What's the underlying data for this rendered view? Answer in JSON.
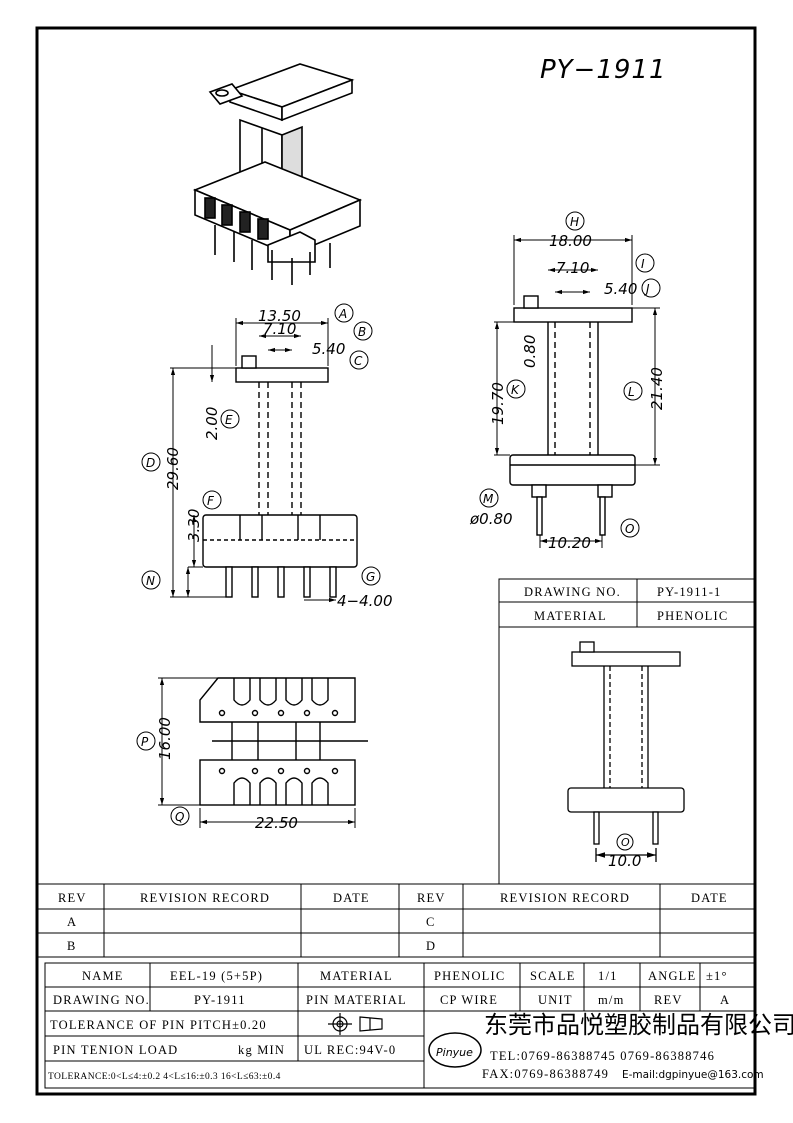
{
  "title": "PY−1911",
  "front_view": {
    "dims": {
      "a": "13.50",
      "b": "7.10",
      "c": "5.40",
      "d": "29.60",
      "e": "2.00",
      "f": "3.30",
      "g": "4−4.00"
    },
    "labels": {
      "a": "A",
      "b": "B",
      "c": "C",
      "d": "D",
      "e": "E",
      "f": "F",
      "g": "G",
      "n": "N"
    }
  },
  "side_view": {
    "dims": {
      "h": "18.00",
      "i": "7.10",
      "j": "5.40",
      "k": "19.70",
      "l": "21.40",
      "t": "0.80",
      "m": "ø0.80",
      "o": "10.20"
    },
    "labels": {
      "h": "H",
      "i": "I",
      "j": "J",
      "k": "K",
      "l": "L",
      "m": "M",
      "o": "O"
    }
  },
  "bottom_view": {
    "dims": {
      "p": "16.00",
      "q": "22.50"
    },
    "labels": {
      "p": "P",
      "q": "Q"
    }
  },
  "info_box": {
    "drawing_no_label": "DRAWING NO.",
    "drawing_no_value": "PY-1911-1",
    "material_label": "MATERIAL",
    "material_value": "PHENOLIC",
    "inner_dim": "10.0",
    "inner_label": "O"
  },
  "revision": {
    "rev1": "REV",
    "record1": "REVISION RECORD",
    "date1": "DATE",
    "rev2": "REV",
    "record2": "REVISION RECORD",
    "date2": "DATE",
    "a": "A",
    "b": "B",
    "c": "C",
    "d": "D"
  },
  "title_block": {
    "name_label": "NAME",
    "name_value": "EEL-19 (5+5P)",
    "material_label": "MATERIAL",
    "material_value": "PHENOLIC",
    "scale_label": "SCALE",
    "scale_value": "1/1",
    "angle_label": "ANGLE",
    "angle_value": "±1°",
    "drawing_no_label": "DRAWING NO.",
    "drawing_no_value": "PY-1911",
    "pin_material_label": "PIN MATERIAL",
    "pin_material_value": "CP WIRE",
    "unit_label": "UNIT",
    "unit_value": "m/m",
    "rev_label": "REV",
    "rev_value": "A",
    "tolerance_pitch": "TOLERANCE OF PIN PITCH±0.20",
    "pin_tension_label": "PIN TENION LOAD",
    "pin_tension_value": "kg MIN",
    "ul": "UL REC:94V-0",
    "tolerance": "TOLERANCE:0<L≤4:±0.2  4<L≤16:±0.3  16<L≤63:±0.4",
    "logo_text": "Pinyue",
    "company": "东莞市品悦塑胶制品有限公司",
    "tel": "TEL:0769-86388745   0769-86388746",
    "fax": "FAX:0769-86388749",
    "email": "E-mail:dgpinyue@163.com"
  }
}
